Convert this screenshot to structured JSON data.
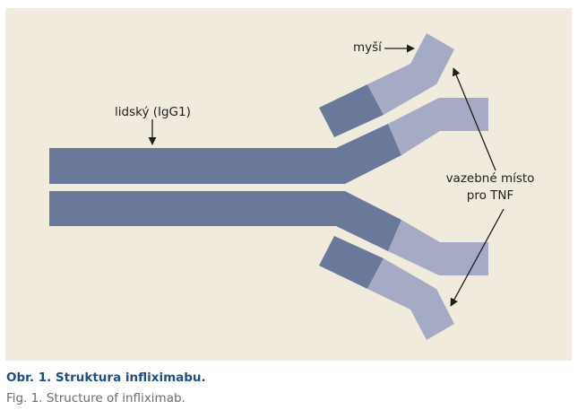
{
  "diagram": {
    "labels": {
      "human": "lidský (IgG1)",
      "mouse": "myší",
      "binding_site_line1": "vazebné místo",
      "binding_site_line2": "pro TNF"
    },
    "colors": {
      "background": "#f0ebdc",
      "human_region": "#6a7899",
      "mouse_region": "#a6abc5",
      "arrow": "#1e1e1e"
    }
  },
  "caption": {
    "czech": "Obr. 1. Struktura infliximabu.",
    "english": "Fig. 1. Structure of infliximab."
  }
}
